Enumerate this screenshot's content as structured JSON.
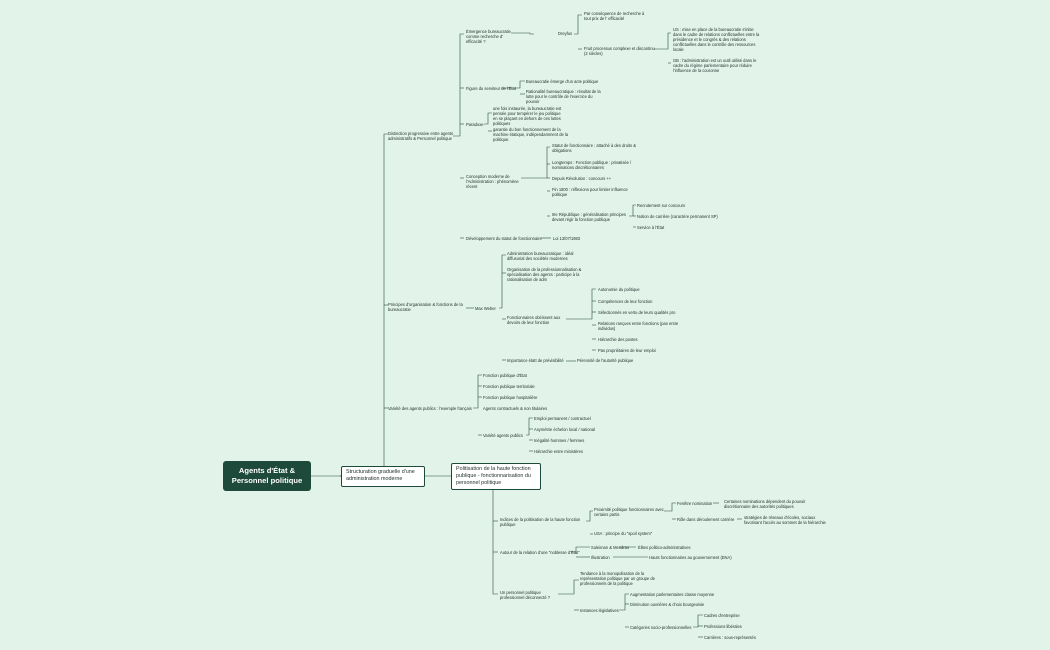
{
  "root": "Agents d'État & Personnel politique",
  "branch_a": "Structuration graduelle d'une administration moderne",
  "branch_b": "Politisation de la haute fonction publique - fonctionnarisation du personnel politique",
  "a1": {
    "title": "Distinction progressive entre agents administratifs & Personnel politique",
    "emergence": "Émergence bureaucratie comme recherche d' efficacité ?",
    "dreyfus": "Dreyfus",
    "consequence": "Par conséquence de recherche à tout prix de l' efficacité",
    "fruit": "Fruit processus complexe et discontinu (2 siècles)",
    "us": "US : mise en place de la bureaucratie s'initie dans le cadre de relations conflictuelles entre la présidence et le congrès & des relations conflictuelles dans le contrôle des ressources locale",
    "gb": "GB : l'administration est un outil utilisé dans le cadre du régime parlementaire pour réduire l'influence de la couronne",
    "figure": "Figure du serviteur de l'État",
    "bureaucratie_emerge": "Bureaucratie émerge d'un acte politique",
    "rationalite": "Rationalité bureaucratique : résultat de la lutte pour le contrôle de l'exercice du pouvoir",
    "paradoxe": "Paradoxe",
    "paradoxe_1": "une fois instaurée, la bureaucratie est pensée pour tempérer le jeu politique en se plaçant en dehors de ces luttes politiques",
    "paradoxe_2": "garantie du bon fonctionnement de la machine étatique, indépendamment de la politique.",
    "conception": "Conception moderne de l'Administration : phénomène récent",
    "statut": "Statut de fonctionnaire : attaché à des droits & obligations",
    "longtemps": "Longtemps : Fonction publique : privatisée / nominations discrétionnaires",
    "depuis": "Depuis Révolution : concours ++",
    "fin1800": "Fin 1800 : réflexions pour limiter influence politique",
    "iiie": "IIIe République : généralisation principes devant régir la fonction publique",
    "recrutement": "Recrutement sur concours",
    "carriere": "Notion de carrière (caractère permanent SP)",
    "service": "Service à l'État",
    "developpement": "Développement du statut de fonctionnaire",
    "loi": "Loi 13/07/1983"
  },
  "a2": {
    "title": "Principes d'organisation & fonctions de la bureaucratie",
    "weber": "Max Weber",
    "admin_bureau": "Administration bureaucratique : idéal diffusorial des sociétés modernes",
    "organisation": "Organisation de la professionnalisation & spécialisation des agents : participe à la rationalisation de adm",
    "fonctionnaires": "Fonctionnaires obéissent aux devoirs de leur fonction",
    "items": [
      "Autonomie du politique",
      "Compétences de leur fonction",
      "Sélectionnés en vertu de leurs qualités pro",
      "Relations rançues entre fonctions (pas entre individus)",
      "Hiérarchie des postes",
      "Pas propriétaires de leur emploi"
    ],
    "importance": "Importance étatt de prévisibilité",
    "perennite": "Pérennité de l'autorité publique"
  },
  "a3": {
    "title": "Variété des agents publics : l'exemple français",
    "fp_items": [
      "Fonction publique d'État",
      "Fonction publique territoriale",
      "Fonction publique hospitalière",
      "Agents contractuels & non titulaires"
    ],
    "variete": "Variété agents publics",
    "variete_items": [
      "Emploi permanent / contractuel",
      "Asymétrie échelon local / national",
      "Inégalité hommes / femmes",
      "Hiérarchie entre ministères"
    ]
  },
  "b1": {
    "title": "Indices de la politisation de la haute fonction publique",
    "proximite": "Proximité politique fonctionnaires avec certains partis",
    "usa": "USA : principe du \"spoil system\"",
    "fenetre": "Fenêtre nomination",
    "certaines": "Certaines nominations dépendent du pouvoir discrétionnaire des autorités politiques",
    "role": "Rôle dans déroulement carrière",
    "strategies": "stratégies de réseaux d'écoles, sociaux favorisant l'accès au sommet de la hiérarchie"
  },
  "b2": {
    "title": "Autour de la relation d'une \"noblesse d'État\"",
    "suleiman": "Suleiman & Mendras",
    "elites": "Élites politico-administratives",
    "illustration": "Illustration",
    "hauts": "Hauts fonctionnaires au gouvernement (ENA)"
  },
  "b3": {
    "title": "Un personnel politique professionnel déconnecté ?",
    "tendance": "Tendance à la monopolisation de la représentation politique par un groupe de professionnels de la politique",
    "instances": "Instances législatives",
    "augmentation": "Augmentation parlementaires classe moyenne",
    "diminution": "Diminution ouvrières & choix bourgeoisie",
    "categories": "Catégories socio-professionnelles",
    "cat_items": [
      "Cadres d'entreprise",
      "Professions libérales",
      "Carrières : sous-représentés"
    ]
  }
}
